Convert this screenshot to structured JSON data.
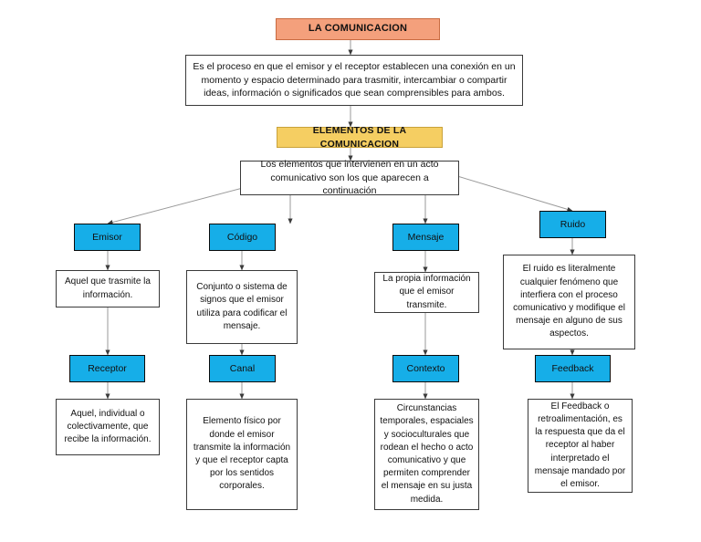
{
  "document": {
    "title": "Mapa conceptual de La Comunicacion",
    "background_color": "#ffffff"
  },
  "palette": {
    "title_fill": "#F4A07C",
    "section_fill": "#F5CE62",
    "category_fill": "#16AEE8",
    "definition_fill": "#ffffff",
    "border": "#2b2b2b",
    "connector": "#808080",
    "text": "#111111"
  },
  "nodes": {
    "title": "LA COMUNICACION",
    "definition": "Es el proceso en que el emisor y el receptor establecen una conexión en un momento y espacio determinado para trasmitir, intercambiar o compartir ideas, información o significados que sean comprensibles para ambos.",
    "section": "ELEMENTOS DE LA COMUNICACION",
    "intro": "Los elementos que  intervienen en un acto comunicativo son los que aparecen a continuación",
    "emisor": "Emisor",
    "emisor_def": "Aquel que trasmite la información.",
    "receptor": "Receptor",
    "receptor_def": "Aquel, individual o colectivamente, que recibe la información.",
    "codigo": "Código",
    "codigo_def": "Conjunto o sistema de signos que el emisor utiliza para codificar el mensaje.",
    "canal": "Canal",
    "canal_def": "Elemento físico por donde el emisor transmite la información y que el receptor capta por los sentidos corporales.",
    "mensaje": "Mensaje",
    "mensaje_def": "La propia información que el emisor transmite.",
    "contexto": "Contexto",
    "contexto_def": "Circunstancias temporales, espaciales y socioculturales que rodean el hecho o acto comunicativo y que permiten comprender el mensaje en su justa medida.",
    "ruido": "Ruido",
    "ruido_def": "El ruido es literalmente cualquier fenómeno que interfiera con el proceso comunicativo y modifique el mensaje en alguno de sus aspectos.",
    "feedback": "Feedback",
    "feedback_def": "El Feedback o retroalimentación, es la respuesta que da el receptor al haber interpretado el mensaje mandado por el emisor."
  }
}
